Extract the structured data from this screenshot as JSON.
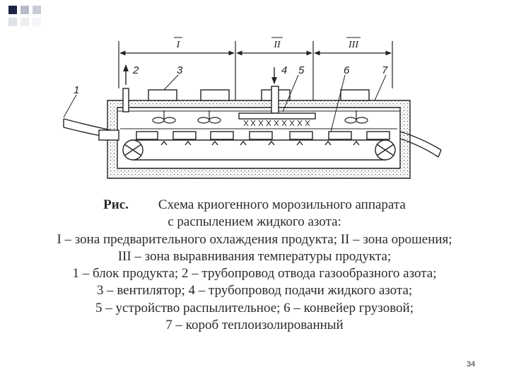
{
  "slide": {
    "corner_squares_colors": [
      "#1c2344",
      "#b8bbc9",
      "#c9ccd8",
      "#dfe1e8",
      "#eceef2",
      "#f4f5f8"
    ]
  },
  "diagram": {
    "zone_labels": [
      "I",
      "II",
      "III"
    ],
    "part_labels": [
      "1",
      "2",
      "3",
      "4",
      "5",
      "6",
      "7"
    ]
  },
  "caption": {
    "label": "Рис.",
    "title": "Схема криогенного морозильного аппарата",
    "lines": [
      "с распылением жидкого азота:",
      "I – зона предварительного охлаждения продукта; II – зона орошения;",
      "III – зона выравнивания температуры продукта;",
      "1 – блок продукта; 2 – трубопровод отвода газообразного азота;",
      "3 – вентилятор; 4 – трубопровод подачи жидкого азота;",
      "5 – устройство распылительное; 6 – конвейер грузовой;",
      "7 – короб теплоизолированный"
    ]
  },
  "page_number": "34"
}
